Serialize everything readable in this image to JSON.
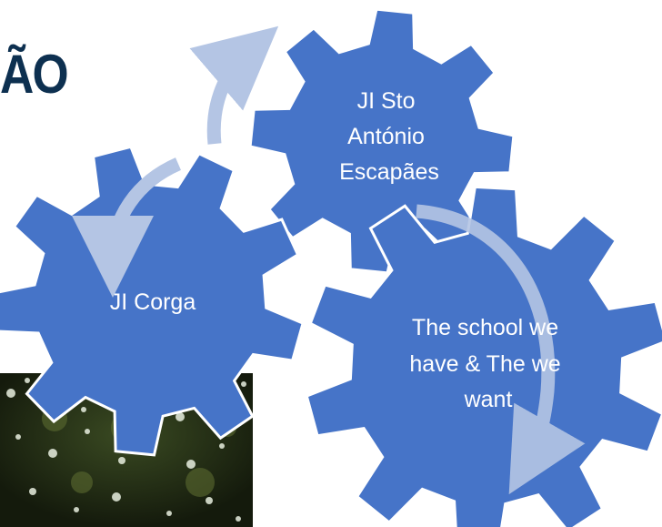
{
  "slide": {
    "title_fragment": "ÃO"
  },
  "diagram": {
    "type": "gear-cycle",
    "gear_color": "#4674c8",
    "arrow_color": "#b4c5e4",
    "gears": [
      {
        "id": "corga",
        "lines": [
          "JI Corga"
        ]
      },
      {
        "id": "escapaes",
        "lines": [
          "JI Sto",
          "António",
          "Escapães"
        ]
      },
      {
        "id": "school",
        "lines": [
          "The school we",
          "have & The we",
          "want"
        ]
      }
    ]
  },
  "photo": {
    "description_icon": "foliage-photo"
  }
}
